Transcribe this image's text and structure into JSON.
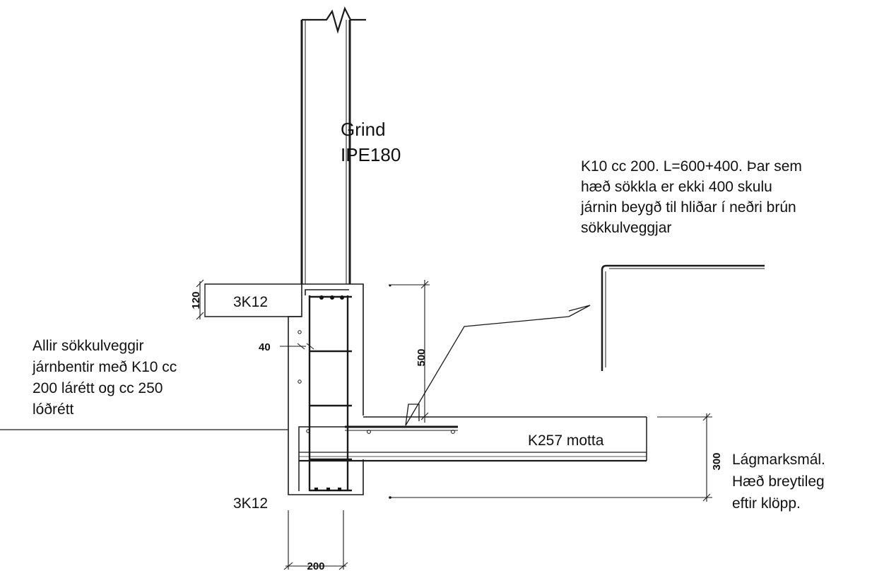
{
  "labels": {
    "frame": [
      "Grind",
      "IPE180"
    ],
    "rebar_top": "3K12",
    "rebar_bottom": "3K12",
    "cover": "40",
    "wall_note": [
      "Allir sökkulveggir",
      "járnbentir með K10 cc",
      "200 lárétt og cc 250",
      "lóðrétt"
    ],
    "bar_note": [
      "K10 cc 200. L=600+400. Þar sem",
      "hæð sökkla er ekki 400 skulu",
      "járnin beygð til hliðar í neðri brún",
      "sökkulveggjar"
    ],
    "slab": "K257 motta",
    "depth_note": [
      "Lágmarksmál.",
      "Hæð breytileg",
      "eftir klöpp."
    ]
  },
  "dimensions": {
    "top_thickness": "120",
    "wall_height": "500",
    "slab_depth": "300",
    "wall_width": "200"
  }
}
